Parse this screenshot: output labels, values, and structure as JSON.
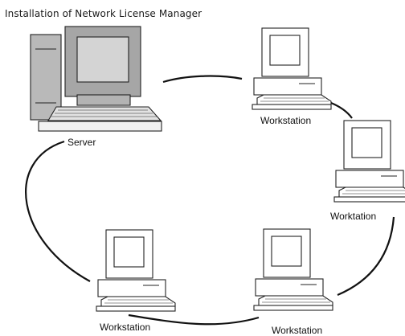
{
  "title": "Installation of Network License Manager",
  "nodes": {
    "server": "Server",
    "workstation_top": "Workstation",
    "workstation_right": "Worktation",
    "workstation_bottom_right": "Workstation",
    "workstation_bottom_left": "Workstation"
  },
  "colors": {
    "server_body": "#a9a9a9",
    "workstation_body": "#ffffff",
    "outline": "#222222",
    "link": "#111111"
  }
}
